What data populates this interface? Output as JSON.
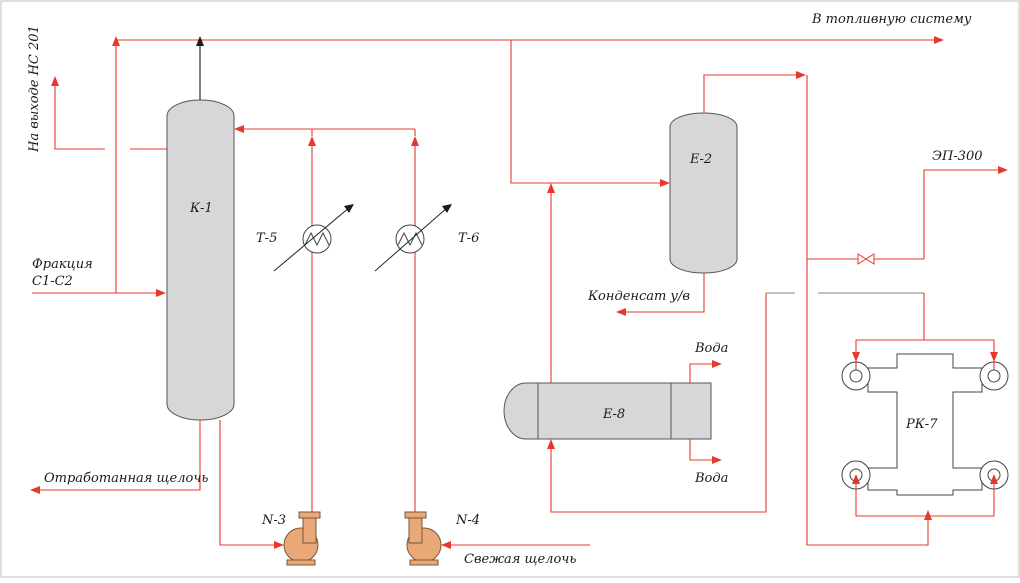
{
  "labels": {
    "fuel_system": "В топливную систему",
    "hs201_outlet": "На выходе НС 201",
    "k1": "К-1",
    "fraction_line1": "Фракция",
    "fraction_line2": "С1-С2",
    "t5": "Т-5",
    "t6": "Т-6",
    "e2": "Е-2",
    "condensate": "Конденсат у/в",
    "ep300": "ЭП-300",
    "water_top": "Вода",
    "water_bottom": "Вода",
    "e8": "Е-8",
    "rk7": "РК-7",
    "spent_caustic": "Отработанная щелочь",
    "n3": "N-3",
    "n4": "N-4",
    "fresh_caustic": "Свежая щелочь"
  },
  "colors": {
    "process_line": "#e8382d",
    "utility_line": "#808080",
    "vessel_fill": "#d7d7d9",
    "pump_fill": "#e9a877"
  }
}
